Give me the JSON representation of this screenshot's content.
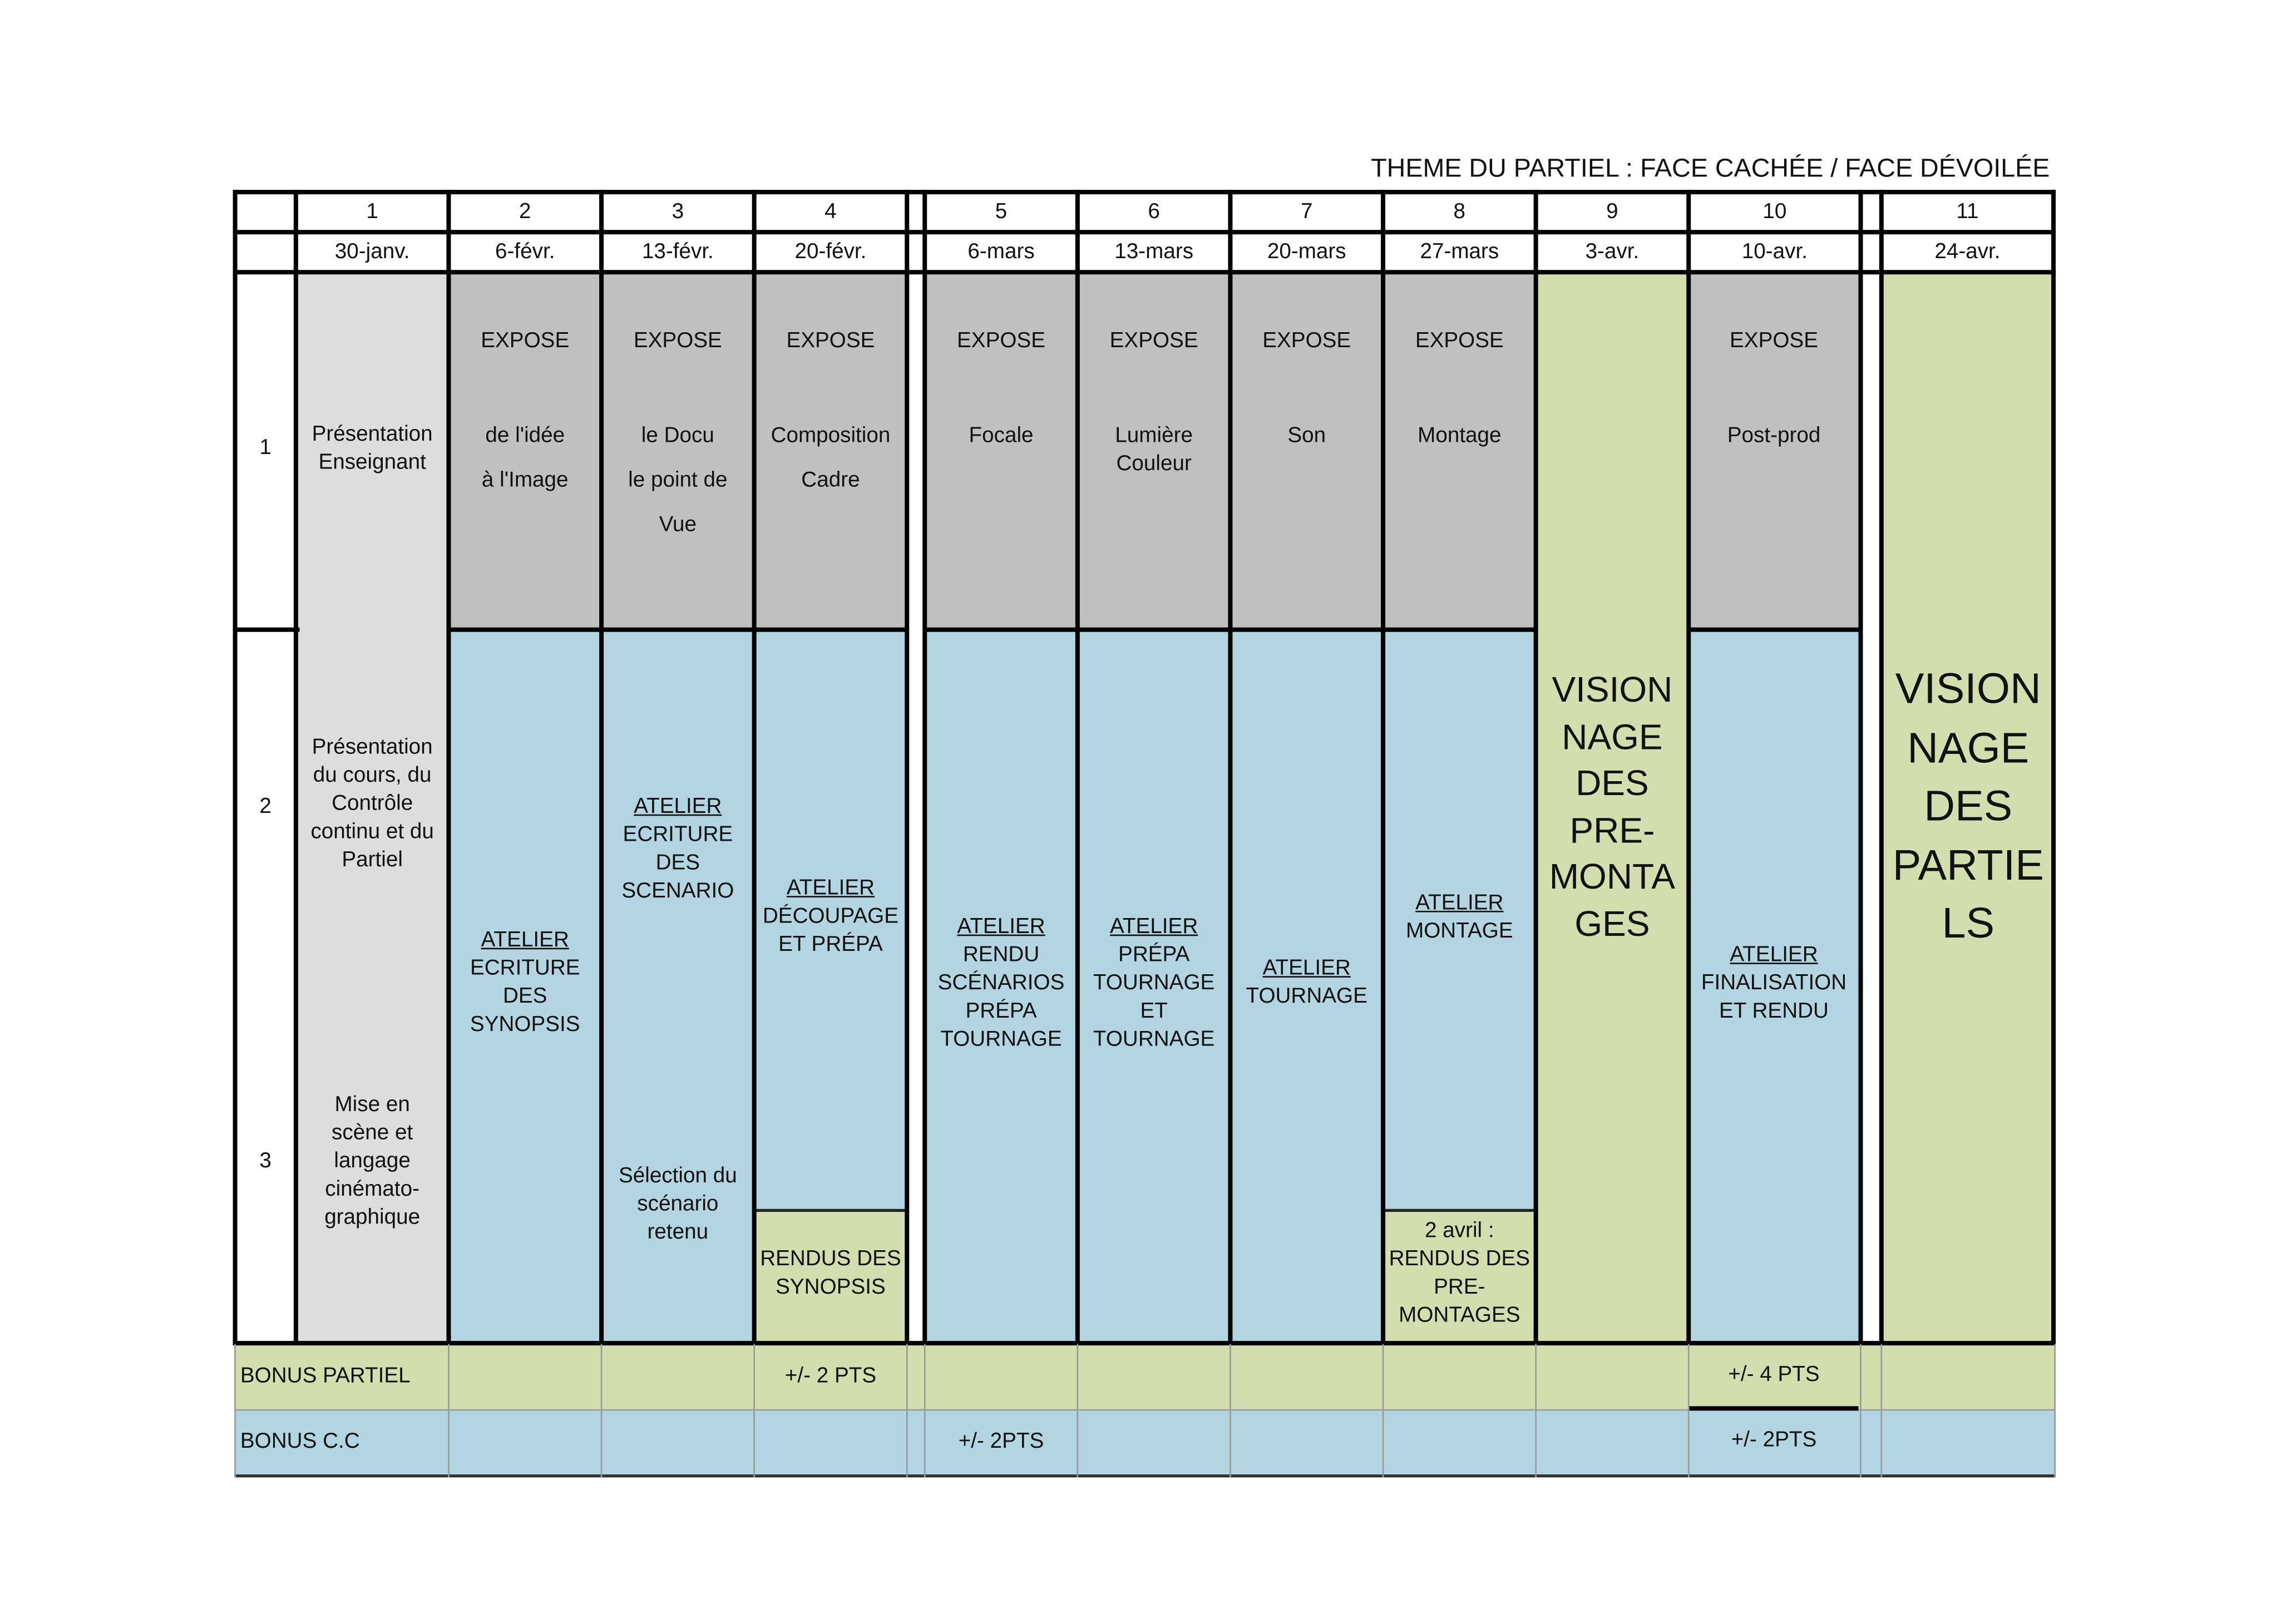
{
  "title": "THEME DU PARTIEL : FACE CACHÉE / FACE DÉVOILÉE",
  "weeks": [
    {
      "num": "1",
      "date": "30-janv."
    },
    {
      "num": "2",
      "date": "6-févr."
    },
    {
      "num": "3",
      "date": "13-févr."
    },
    {
      "num": "4",
      "date": "20-févr."
    },
    {
      "num": "5",
      "date": "6-mars"
    },
    {
      "num": "6",
      "date": "13-mars"
    },
    {
      "num": "7",
      "date": "20-mars"
    },
    {
      "num": "8",
      "date": "27-mars"
    },
    {
      "num": "9",
      "date": "3-avr."
    },
    {
      "num": "10",
      "date": "10-avr."
    },
    {
      "num": "11",
      "date": "24-avr."
    }
  ],
  "periods": [
    "1",
    "2",
    "3"
  ],
  "week1": {
    "p1": [
      "Présentation",
      "Enseignant"
    ],
    "p2": [
      "Présentation",
      "du cours, du",
      "Contrôle",
      "continu et du",
      "Partiel"
    ],
    "p3": [
      "Mise en",
      "scène et",
      "langage",
      "cinémato-",
      "graphique"
    ]
  },
  "expose_label": "EXPOSE",
  "exposes": {
    "w2": [
      "de l'idée",
      "à l'Image"
    ],
    "w3": [
      "le Docu",
      "le point de",
      "Vue"
    ],
    "w4": [
      "Composition",
      "Cadre"
    ],
    "w5": [
      "Focale"
    ],
    "w6": [
      "Lumière",
      "Couleur"
    ],
    "w7": [
      "Son"
    ],
    "w8": [
      "Montage"
    ],
    "w10": [
      "Post-prod"
    ]
  },
  "atelier_label": "ATELIER",
  "ateliers": {
    "w2": [
      "ECRITURE",
      "DES",
      "SYNOPSIS"
    ],
    "w3": [
      "ECRITURE",
      "DES",
      "SCENARIO"
    ],
    "w3_extra": [
      "Sélection du",
      "scénario",
      "retenu"
    ],
    "w4": [
      "DÉCOUPAGE",
      "ET PRÉPA"
    ],
    "w5": [
      "RENDU",
      "SCÉNARIOS",
      "PRÉPA",
      "TOURNAGE"
    ],
    "w6": [
      "PRÉPA",
      "TOURNAGE",
      "ET",
      "TOURNAGE"
    ],
    "w7": [
      "TOURNAGE"
    ],
    "w8": [
      "MONTAGE"
    ],
    "w10": [
      "FINALISATION",
      "ET RENDU"
    ]
  },
  "rendus": {
    "w4": [
      "RENDUS DES",
      "SYNOPSIS"
    ],
    "w8": [
      "2 avril :",
      "RENDUS DES",
      "PRE-",
      "MONTAGES"
    ]
  },
  "vision9": [
    "VISION",
    "NAGE",
    "DES",
    "PRE-",
    "MONTA",
    "GES"
  ],
  "vision11": [
    "VISION",
    "NAGE",
    "DES",
    "PARTIE",
    "LS"
  ],
  "bonus": {
    "partiel_label": "BONUS PARTIEL",
    "cc_label": "BONUS C.C",
    "partiel_w4": "+/- 2 PTS",
    "partiel_w10": "+/- 4 PTS",
    "cc_w5": "+/- 2PTS",
    "cc_w10": "+/- 2PTS"
  },
  "colors": {
    "expose_gray": "#c0c0c0",
    "intro_gray": "#dddddd",
    "atelier_blue": "#b3d5e1",
    "vision_green": "#d2dead"
  }
}
